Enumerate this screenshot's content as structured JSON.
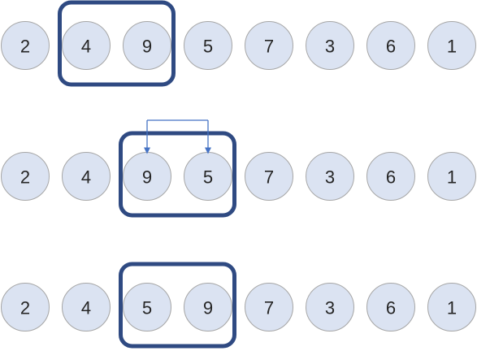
{
  "colors": {
    "node_fill": "#dbe3f2",
    "node_stroke": "#a6a6a6",
    "text": "#262626",
    "highlight": "#2f4a82",
    "arrow": "#4472c4"
  },
  "rows": [
    {
      "values": [
        "2",
        "4",
        "9",
        "5",
        "7",
        "3",
        "6",
        "1"
      ],
      "highlight": [
        1,
        2
      ],
      "swap_arrows": false
    },
    {
      "values": [
        "2",
        "4",
        "9",
        "5",
        "7",
        "3",
        "6",
        "1"
      ],
      "highlight": [
        2,
        3
      ],
      "swap_arrows": true
    },
    {
      "values": [
        "2",
        "4",
        "5",
        "9",
        "7",
        "3",
        "6",
        "1"
      ],
      "highlight": [
        2,
        3
      ],
      "swap_arrows": false
    }
  ]
}
